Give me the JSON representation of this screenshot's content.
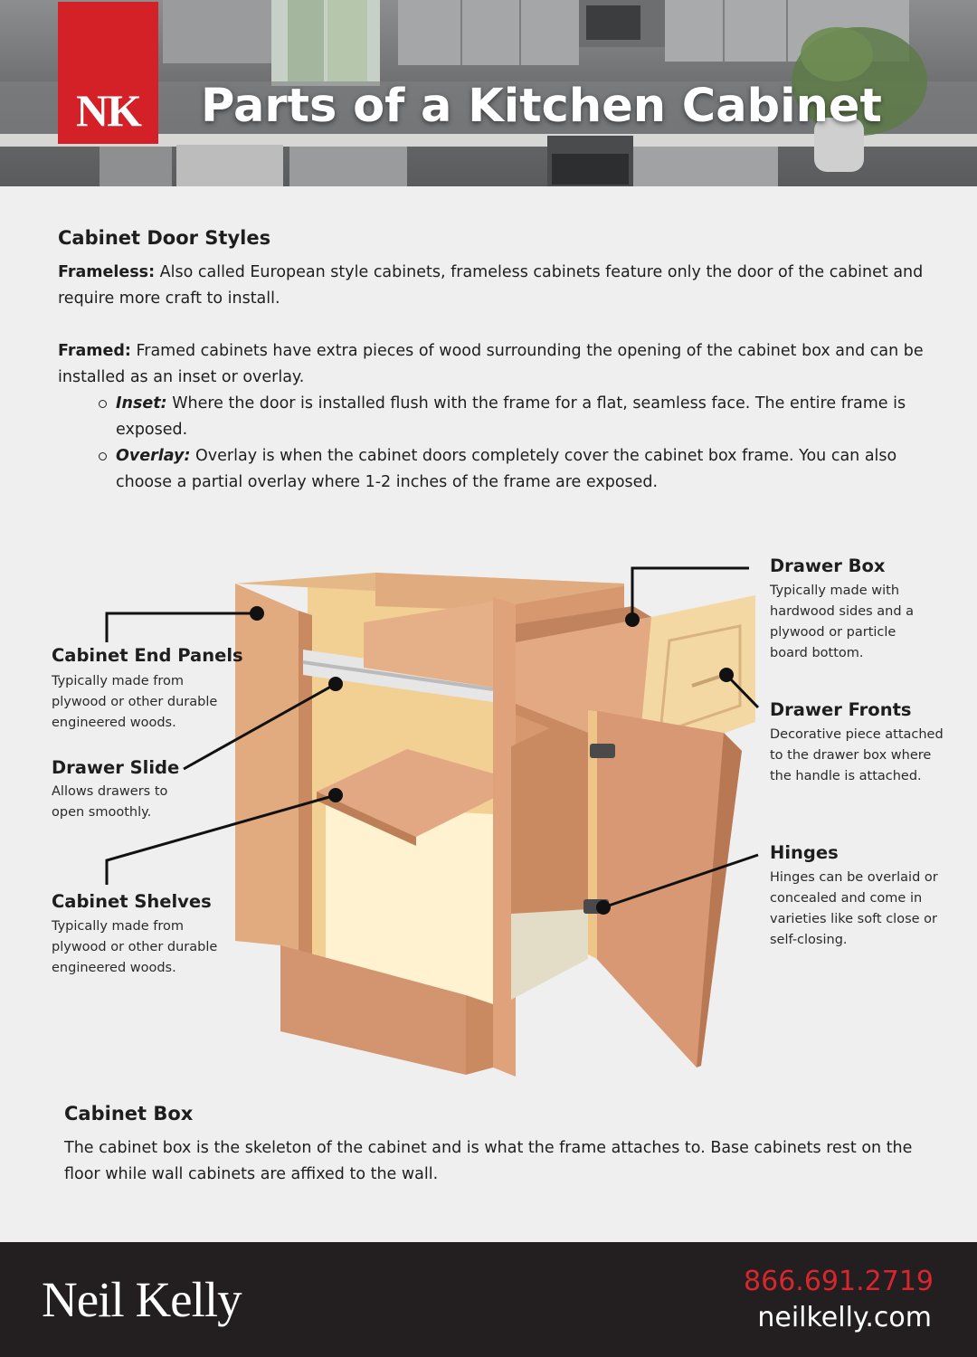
{
  "header": {
    "logo": "NK",
    "title": "Parts of a Kitchen Cabinet"
  },
  "door_styles": {
    "heading": "Cabinet Door Styles",
    "frameless": {
      "label": "Frameless:",
      "text": " Also called European style cabinets, frameless cabinets feature only the door of the cabinet and require more craft to install."
    },
    "framed": {
      "label": "Framed:",
      "text": " Framed cabinets have extra pieces of wood surrounding the opening of the cabinet box and can be installed as an inset or overlay."
    },
    "bullets": [
      {
        "label": "Inset:",
        "text": " Where the door is installed flush with the frame for a flat, seamless face. The entire frame is exposed."
      },
      {
        "label": "Overlay:",
        "text": " Overlay is when the cabinet doors completely cover the cabinet box frame. You can also choose a partial overlay where 1-2 inches of the frame are exposed."
      }
    ]
  },
  "parts": {
    "end_panels": {
      "title": "Cabinet End Panels",
      "desc": "Typically made from plywood or other durable engineered woods."
    },
    "drawer_slide": {
      "title": "Drawer Slide",
      "desc": "Allows drawers to open smoothly."
    },
    "shelves": {
      "title": "Cabinet Shelves",
      "desc": "Typically made from plywood or other durable engineered woods."
    },
    "drawer_box": {
      "title": "Drawer Box",
      "desc": "Typically made with hardwood sides and a plywood or particle board bottom."
    },
    "drawer_fronts": {
      "title": "Drawer Fronts",
      "desc": "Decorative piece attached to the drawer box where the handle is attached."
    },
    "hinges": {
      "title": "Hinges",
      "desc": "Hinges can be overlaid or concealed and come in varieties like soft close or self-closing."
    }
  },
  "cabinet_box": {
    "heading": "Cabinet Box",
    "text": "The cabinet box is the skeleton of the cabinet and is what the frame attaches to. Base cabinets rest on the floor while wall cabinets are affixed to the wall."
  },
  "footer": {
    "brand": "Neil Kelly",
    "phone": "866.691.2719",
    "website": "neilkelly.com"
  },
  "colors": {
    "brand_red": "#d42027",
    "footer_bg": "#231f20",
    "phone_red": "#d7262e",
    "page_bg": "#efefef"
  }
}
